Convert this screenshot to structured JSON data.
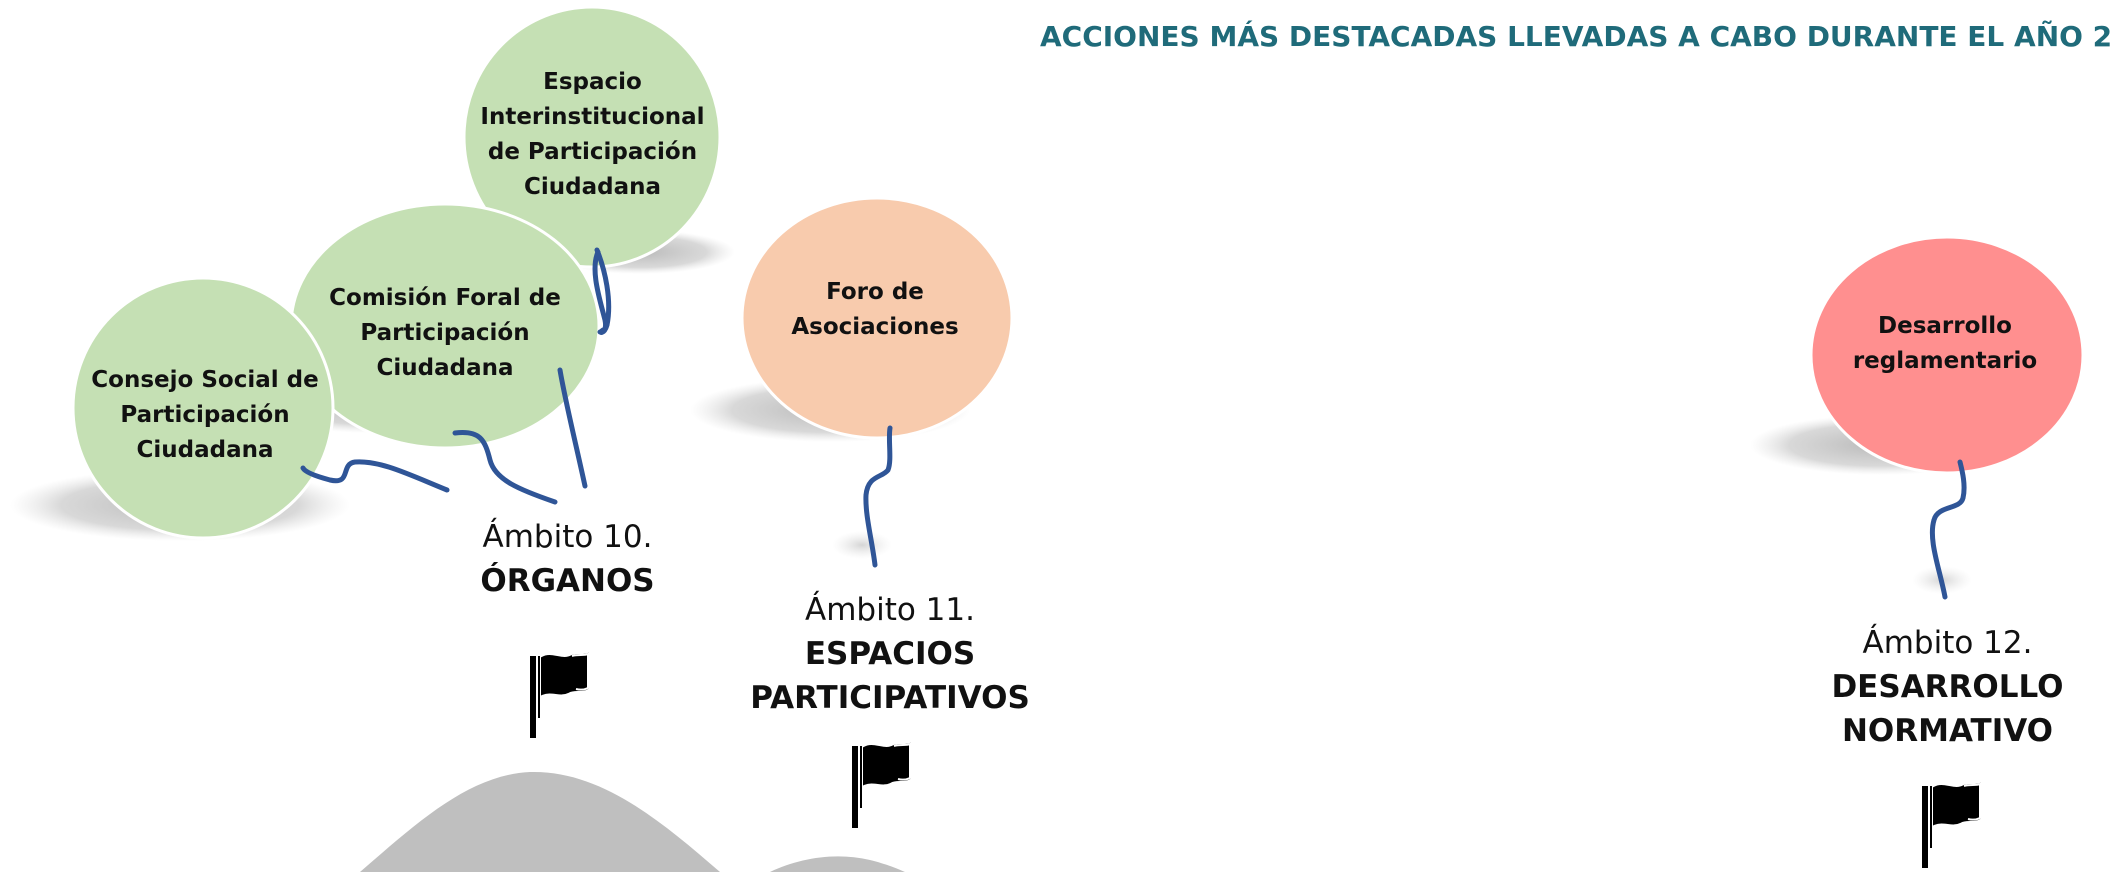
{
  "title": "ACCIONES MÁS DESTACADAS LLEVADAS A CABO DURANTE EL AÑO 2",
  "colors": {
    "title": "#1f6b7a",
    "green_bubble": "#c5e0b4",
    "peach_bubble": "#f8cbad",
    "red_bubble": "#ff8f8f",
    "string": "#2f5597",
    "mountain": "#bfbfbf",
    "shadow": "#c8c8c8"
  },
  "bubbles": {
    "espacio": {
      "label_lines": [
        "Espacio",
        "Interinstitucional",
        "de Participación",
        "Ciudadana"
      ]
    },
    "comision": {
      "label_lines": [
        "Comisión Foral de",
        "Participación",
        "Ciudadana"
      ]
    },
    "consejo": {
      "label_lines": [
        "Consejo Social de",
        "Participación",
        "Ciudadana"
      ]
    },
    "foro": {
      "label_lines": [
        "Foro de",
        "Asociaciones"
      ]
    },
    "desarrollo": {
      "label_lines": [
        "Desarrollo",
        "reglamentario"
      ]
    }
  },
  "ambitos": [
    {
      "num": "Ámbito 10.",
      "name_lines": [
        "ÓRGANOS"
      ]
    },
    {
      "num": "Ámbito 11.",
      "name_lines": [
        "ESPACIOS",
        "PARTICIPATIVOS"
      ]
    },
    {
      "num": "Ámbito 12.",
      "name_lines": [
        "DESARROLLO",
        "NORMATIVO"
      ]
    }
  ],
  "icons": {
    "flag": "flag-icon"
  }
}
